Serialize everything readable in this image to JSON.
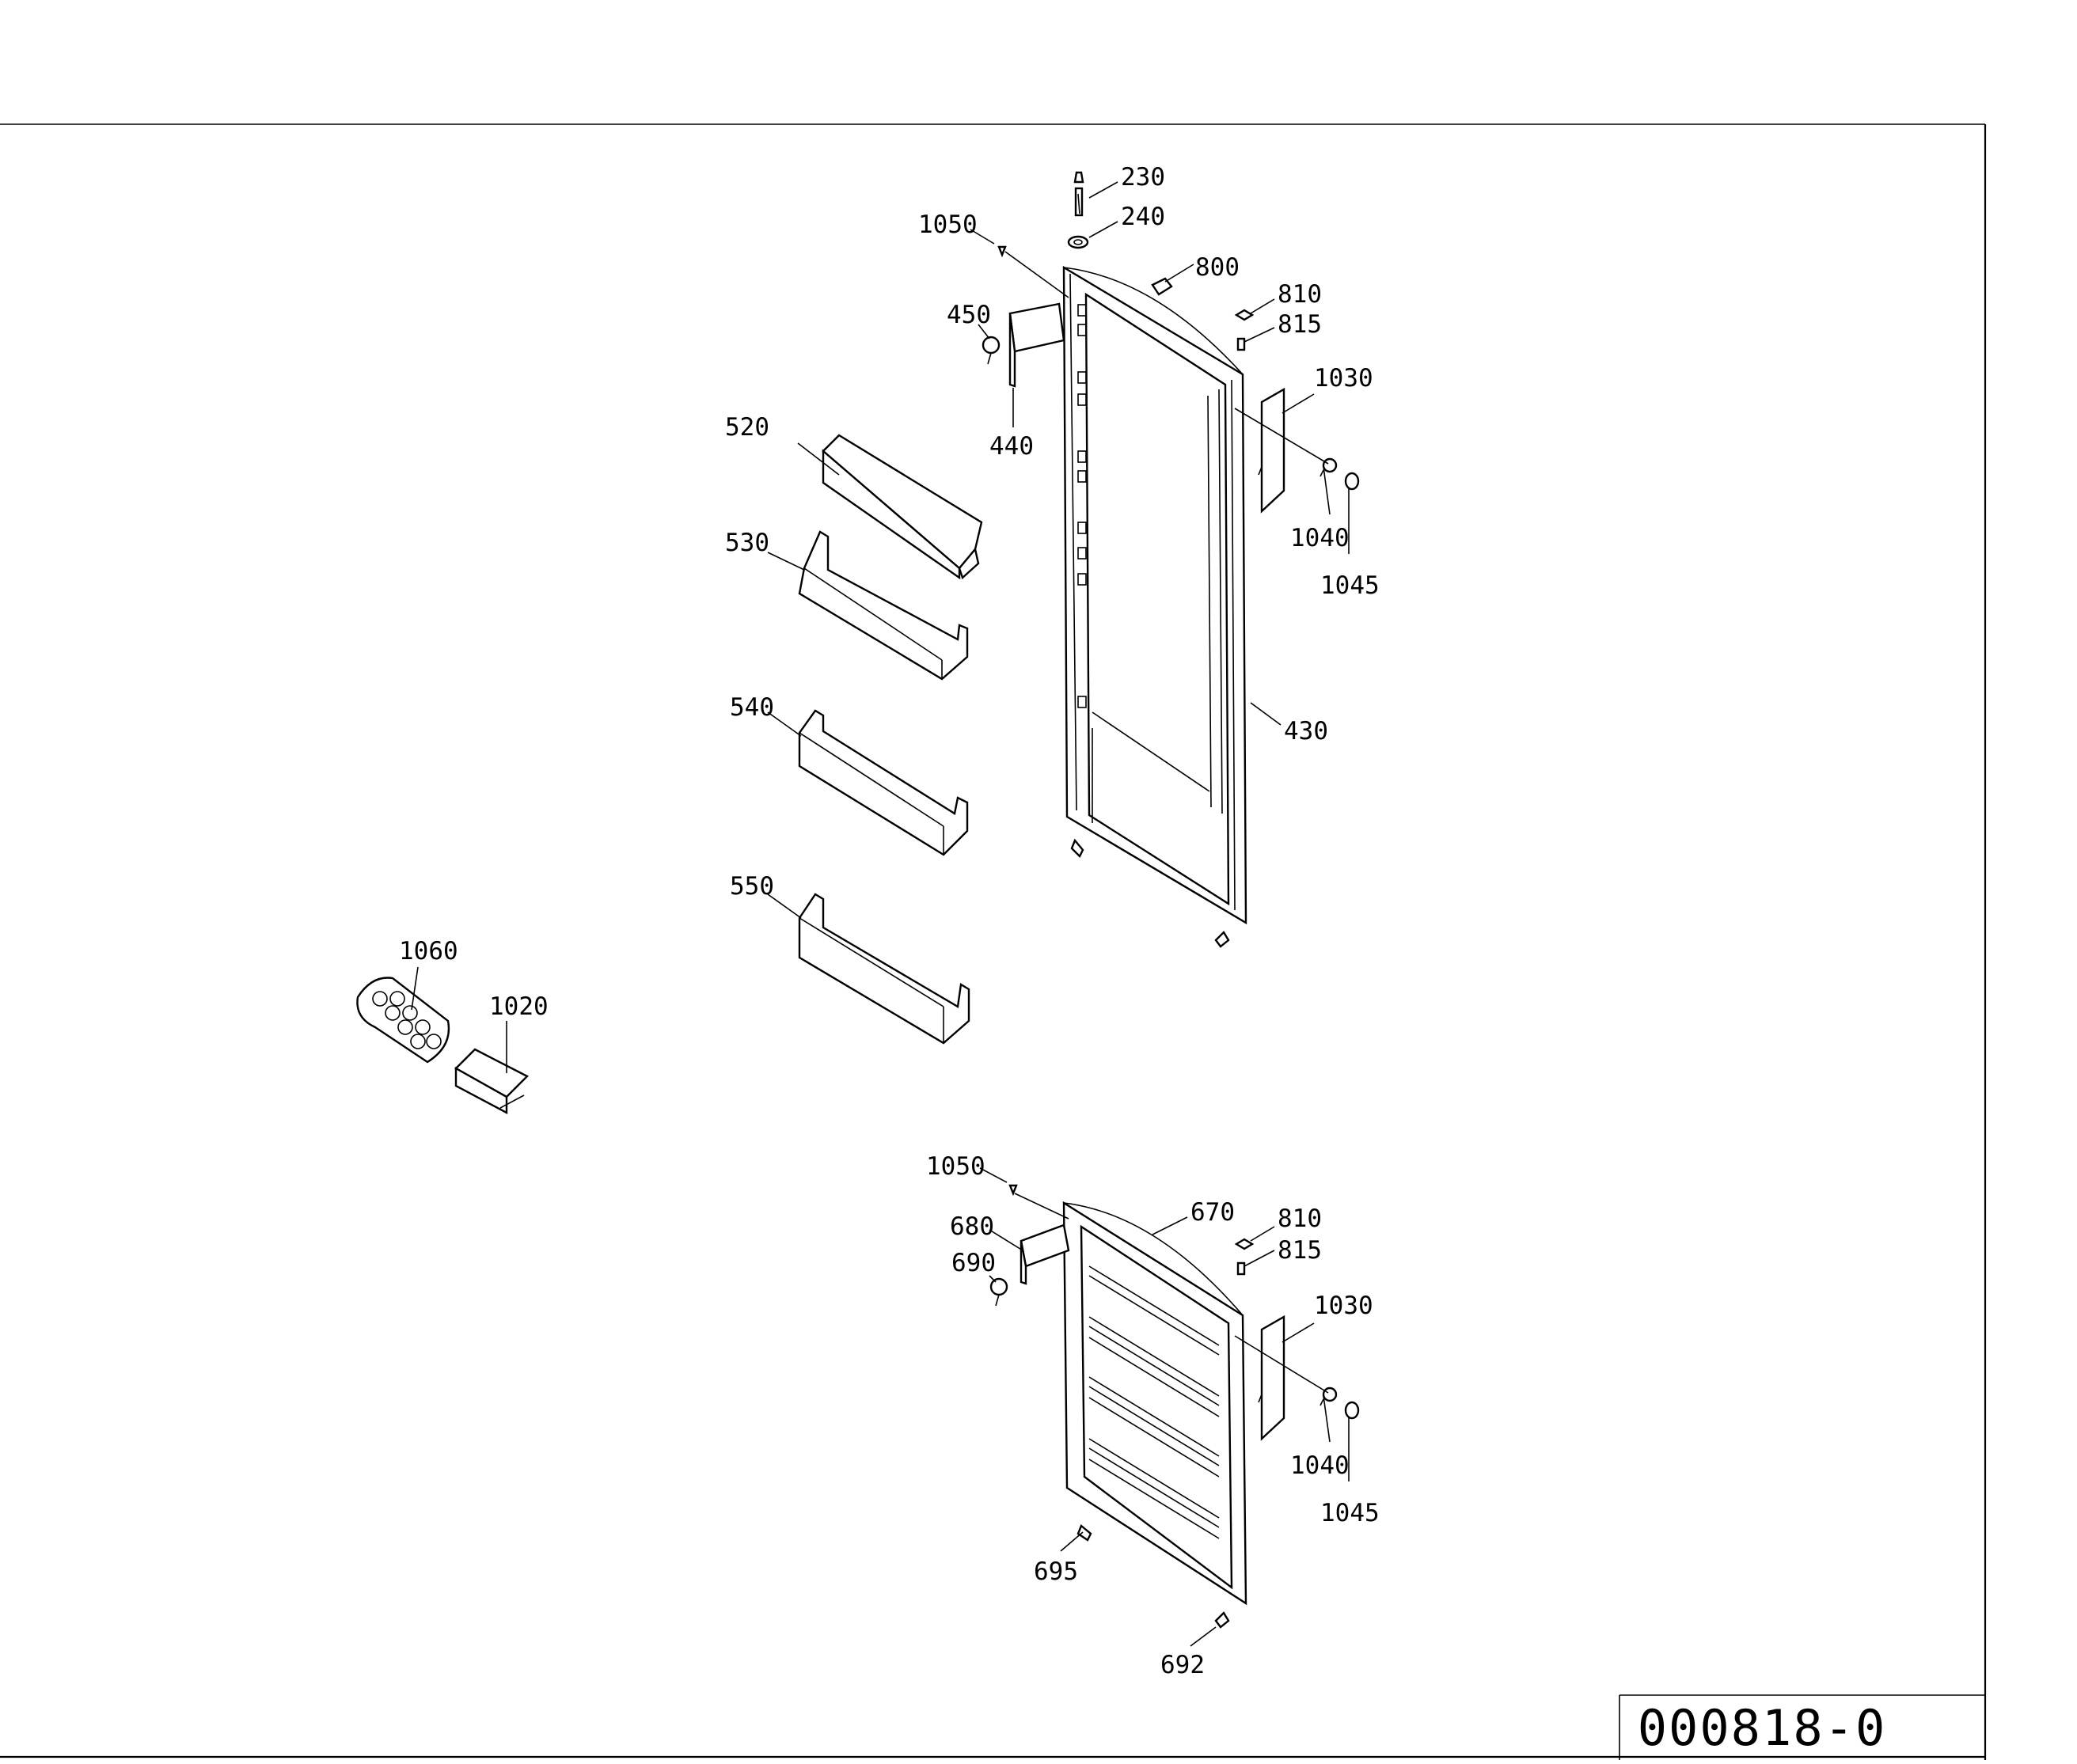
{
  "drawing_code": "000818-0",
  "upper_door_labels": {
    "p230": "230",
    "p240": "240",
    "p1050": "1050",
    "p800": "800",
    "p810": "810",
    "p815": "815",
    "p450": "450",
    "p1030": "1030",
    "p440": "440",
    "p520": "520",
    "p1040": "1040",
    "p530": "530",
    "p1045": "1045",
    "p540": "540",
    "p430": "430",
    "p550": "550"
  },
  "accessory_labels": {
    "p1060": "1060",
    "p1020": "1020"
  },
  "lower_door_labels": {
    "p1050": "1050",
    "p680": "680",
    "p670": "670",
    "p810": "810",
    "p690": "690",
    "p815": "815",
    "p1030": "1030",
    "p1040": "1040",
    "p1045": "1045",
    "p695": "695",
    "p692": "692"
  }
}
